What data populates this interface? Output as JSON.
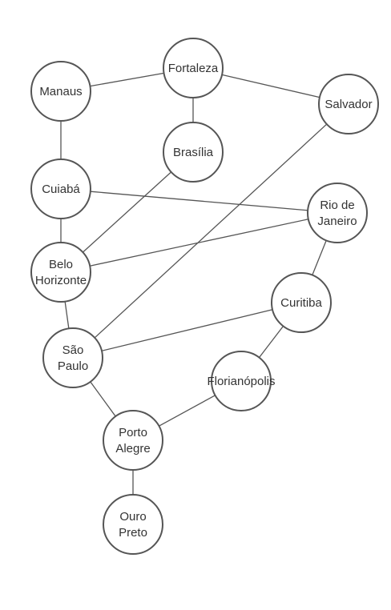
{
  "nodes": [
    {
      "id": "fortaleza",
      "lines": [
        "Fortaleza"
      ]
    },
    {
      "id": "manaus",
      "lines": [
        "Manaus"
      ]
    },
    {
      "id": "salvador",
      "lines": [
        "Salvador"
      ]
    },
    {
      "id": "brasilia",
      "lines": [
        "Brasília"
      ]
    },
    {
      "id": "cuiaba",
      "lines": [
        "Cuiabá"
      ]
    },
    {
      "id": "rio",
      "lines": [
        "Rio de",
        "Janeiro"
      ]
    },
    {
      "id": "belo",
      "lines": [
        "Belo",
        "Horizonte"
      ]
    },
    {
      "id": "curitiba",
      "lines": [
        "Curitiba"
      ]
    },
    {
      "id": "saopaulo",
      "lines": [
        "São",
        "Paulo"
      ]
    },
    {
      "id": "florianopolis",
      "lines": [
        "Florianópolis"
      ]
    },
    {
      "id": "portoalegre",
      "lines": [
        "Porto",
        "Alegre"
      ]
    },
    {
      "id": "ouropreto",
      "lines": [
        "Ouro",
        "Preto"
      ]
    }
  ],
  "edges": [
    [
      "manaus",
      "fortaleza"
    ],
    [
      "fortaleza",
      "salvador"
    ],
    [
      "fortaleza",
      "brasilia"
    ],
    [
      "manaus",
      "cuiaba"
    ],
    [
      "cuiaba",
      "rio"
    ],
    [
      "cuiaba",
      "belo"
    ],
    [
      "belo",
      "brasilia"
    ],
    [
      "belo",
      "rio"
    ],
    [
      "belo",
      "saopaulo"
    ],
    [
      "saopaulo",
      "salvador"
    ],
    [
      "saopaulo",
      "curitiba"
    ],
    [
      "rio",
      "curitiba"
    ],
    [
      "curitiba",
      "florianopolis"
    ],
    [
      "saopaulo",
      "portoalegre"
    ],
    [
      "portoalegre",
      "florianopolis"
    ],
    [
      "portoalegre",
      "ouropreto"
    ]
  ]
}
